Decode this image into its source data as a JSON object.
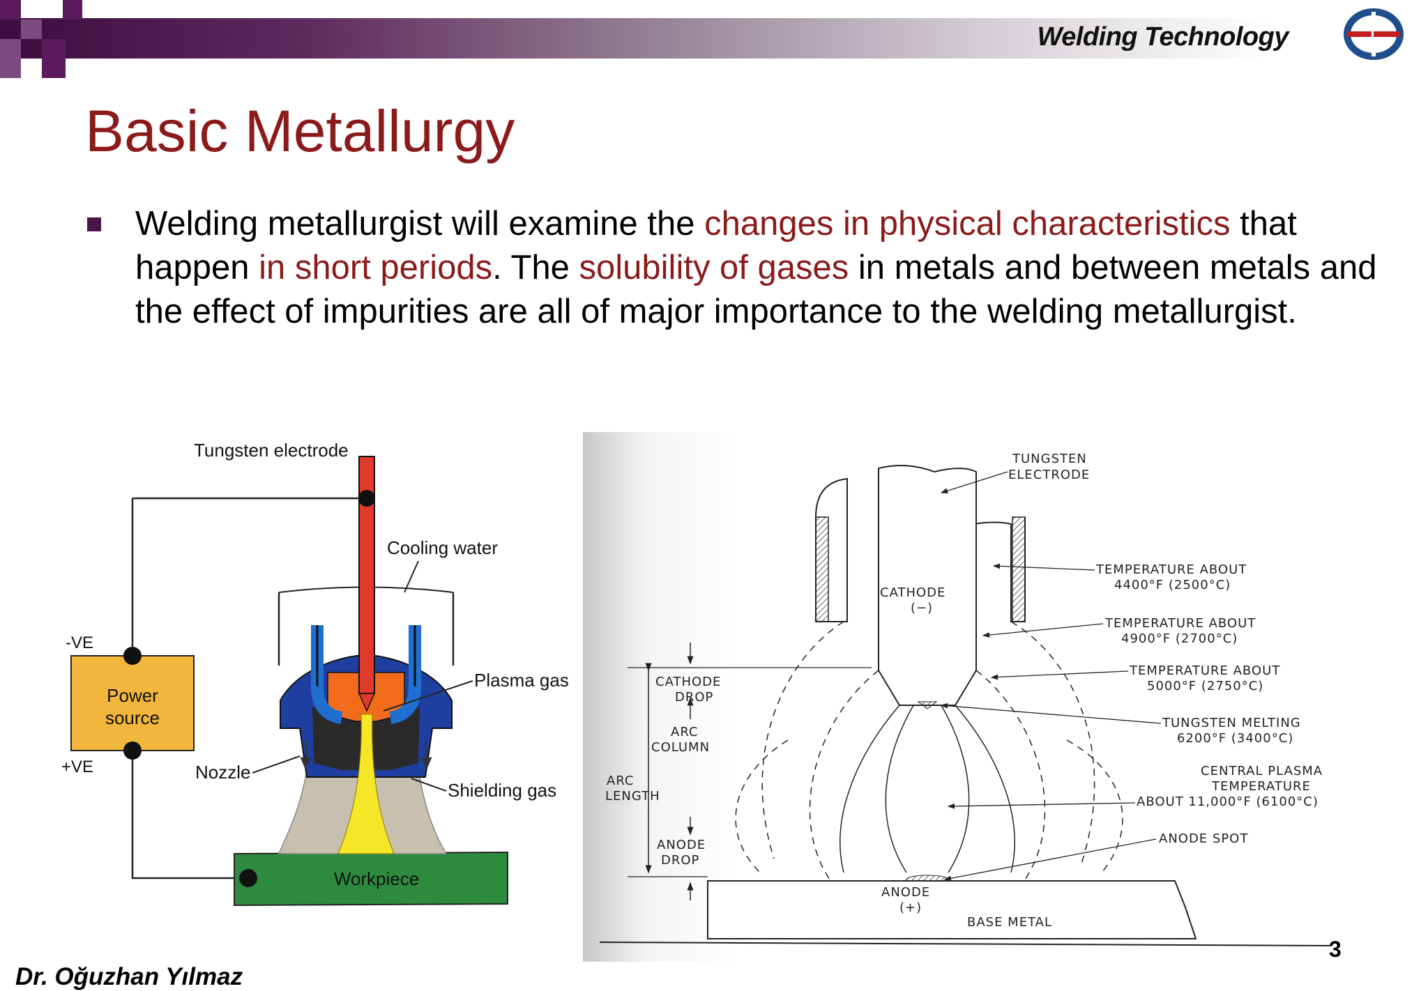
{
  "header": {
    "title": "Welding Technology"
  },
  "slide": {
    "title": "Basic Metallurgy",
    "bullet": {
      "t1": "Welding metallurgist will examine the ",
      "h1": "changes in physical characteristics",
      "t2": " that happen ",
      "h2": "in short periods",
      "t3": ". The ",
      "h3": "solubility of gases",
      "t4": " in metals and between metals and the effect of impurities are all of major importance to the welding metallurgist."
    }
  },
  "left_diagram": {
    "tungsten_electrode": "Tungsten electrode",
    "cooling_water": "Cooling water",
    "plasma_gas": "Plasma gas",
    "nozzle": "Nozzle",
    "shielding_gas": "Shielding gas",
    "workpiece": "Workpiece",
    "power_source_line1": "Power",
    "power_source_line2": "source",
    "neg": "-VE",
    "pos": "+VE"
  },
  "right_diagram": {
    "tungsten_l1": "TUNGSTEN",
    "tungsten_l2": "ELECTRODE",
    "cathode_l1": "CATHODE",
    "cathode_l2": "(−)",
    "t1_l1": "TEMPERATURE ABOUT",
    "t1_l2": "4400°F (2500°C)",
    "t2_l1": "TEMPERATURE ABOUT",
    "t2_l2": "4900°F (2700°C)",
    "t3_l1": "TEMPERATURE ABOUT",
    "t3_l2": "5000°F (2750°C)",
    "melt_l1": "TUNGSTEN MELTING",
    "melt_l2": "6200°F (3400°C)",
    "cp_l1": "CENTRAL PLASMA",
    "cp_l2": "TEMPERATURE",
    "cp_l3": "ABOUT 11,000°F (6100°C)",
    "anode_spot": "ANODE SPOT",
    "cathode_drop_l1": "CATHODE",
    "cathode_drop_l2": "DROP",
    "arc_column_l1": "ARC",
    "arc_column_l2": "COLUMN",
    "arc_length_l1": "ARC",
    "arc_length_l2": "LENGTH",
    "anode_drop_l1": "ANODE",
    "anode_drop_l2": "DROP",
    "anode_l1": "ANODE",
    "anode_l2": "(+)",
    "base_metal": "BASE METAL"
  },
  "footer": {
    "author": "Dr. Oğuzhan Yılmaz",
    "page_number": "3"
  },
  "colors": {
    "title": "#8b1a1a",
    "highlight": "#8b1a1a",
    "bullet": "#4a1448",
    "header_dark": "#3c0d3e"
  }
}
